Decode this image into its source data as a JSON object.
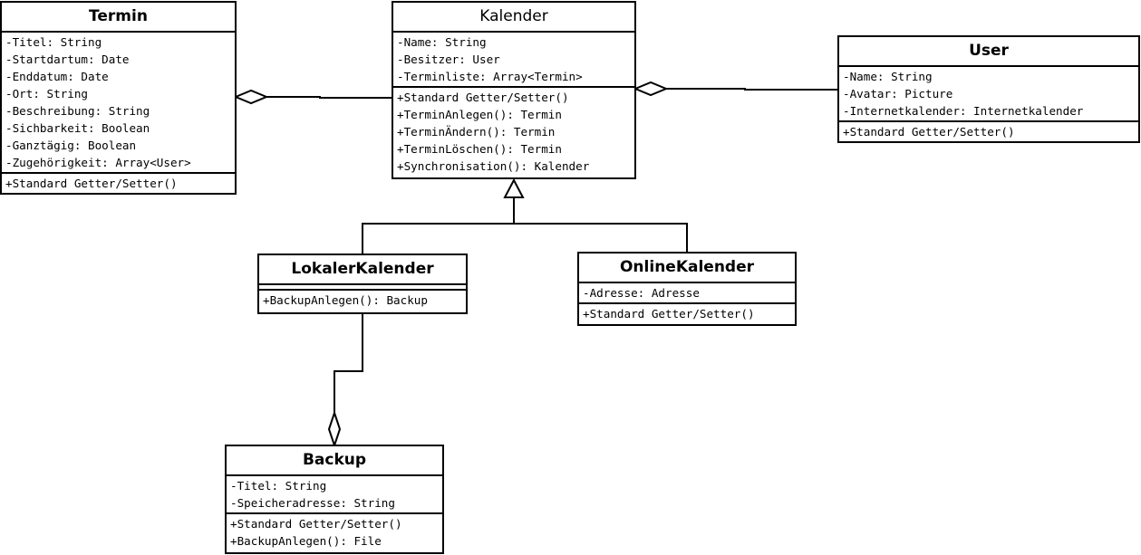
{
  "termin": {
    "name": "Termin",
    "attributes": [
      "-Titel: String",
      "-Startdartum: Date",
      "-Enddatum: Date",
      "-Ort: String",
      "-Beschreibung: String",
      "-Sichbarkeit: Boolean",
      "-Ganztägig: Boolean",
      "-Zugehörigkeit: Array<User>"
    ],
    "operations": [
      "+Standard Getter/Setter()"
    ]
  },
  "kalender": {
    "name": "Kalender",
    "attributes": [
      "-Name: String",
      "-Besitzer: User",
      "-Terminliste: Array<Termin>"
    ],
    "operations": [
      "+Standard Getter/Setter()",
      "+TerminAnlegen(): Termin",
      "+TerminÄndern(): Termin",
      "+TerminLöschen(): Termin",
      "+Synchronisation(): Kalender"
    ]
  },
  "user": {
    "name": "User",
    "attributes": [
      "-Name: String",
      "-Avatar: Picture",
      "-Internetkalender: Internetkalender"
    ],
    "operations": [
      "+Standard Getter/Setter()"
    ]
  },
  "lokaler_kalender": {
    "name": "LokalerKalender",
    "attributes": [],
    "operations": [
      "+BackupAnlegen(): Backup"
    ]
  },
  "online_kalender": {
    "name": "OnlineKalender",
    "attributes": [
      "-Adresse: Adresse"
    ],
    "operations": [
      "+Standard Getter/Setter()"
    ]
  },
  "backup": {
    "name": "Backup",
    "attributes": [
      "-Titel: String",
      "-Speicheradresse: String"
    ],
    "operations": [
      "+Standard Getter/Setter()",
      "+BackupAnlegen(): File"
    ]
  },
  "relations": [
    {
      "type": "aggregation",
      "whole": "Termin",
      "part": "Kalender"
    },
    {
      "type": "aggregation",
      "whole": "Kalender",
      "part": "User"
    },
    {
      "type": "generalization",
      "parent": "Kalender",
      "child": "LokalerKalender"
    },
    {
      "type": "generalization",
      "parent": "Kalender",
      "child": "OnlineKalender"
    },
    {
      "type": "aggregation",
      "whole": "Backup",
      "part": "LokalerKalender"
    }
  ]
}
